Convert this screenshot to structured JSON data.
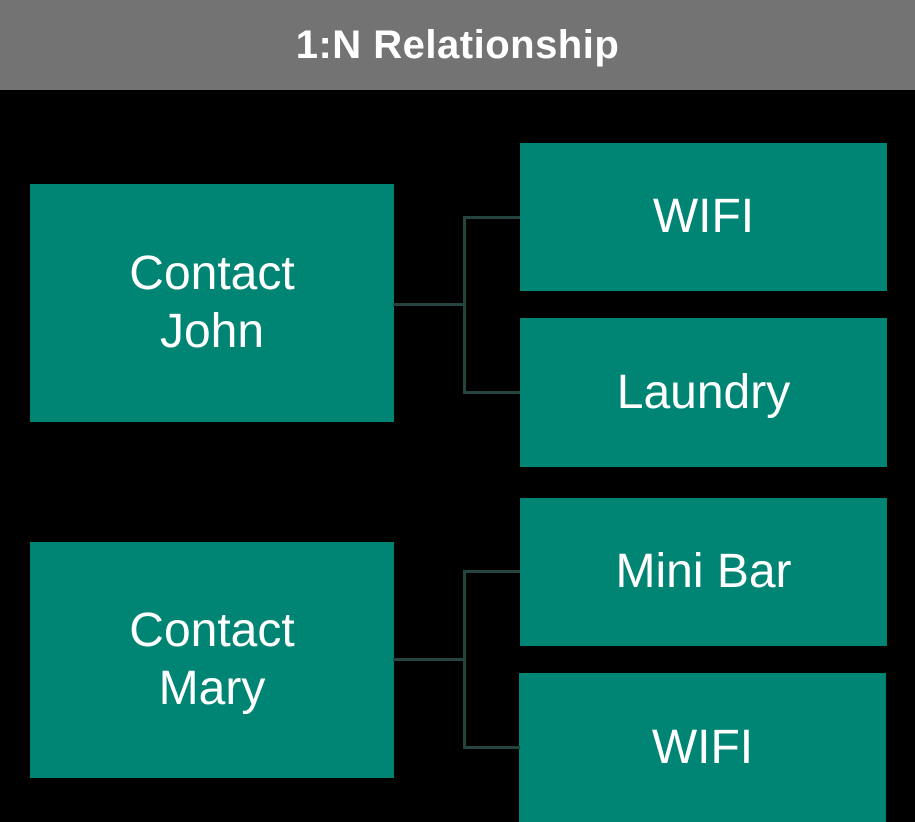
{
  "header": {
    "title": "1:N Relationship"
  },
  "diagram": {
    "groups": [
      {
        "parent": {
          "label_line1": "Contact",
          "label_line2": "John"
        },
        "children": [
          {
            "label": "WIFI"
          },
          {
            "label": "Laundry"
          }
        ]
      },
      {
        "parent": {
          "label_line1": "Contact",
          "label_line2": "Mary"
        },
        "children": [
          {
            "label": "Mini Bar"
          },
          {
            "label": "WIFI"
          }
        ]
      }
    ]
  },
  "colors": {
    "background": "#000000",
    "header_bg": "#737373",
    "node_fill": "#008574",
    "connector": "#254440",
    "text": "#ffffff"
  }
}
